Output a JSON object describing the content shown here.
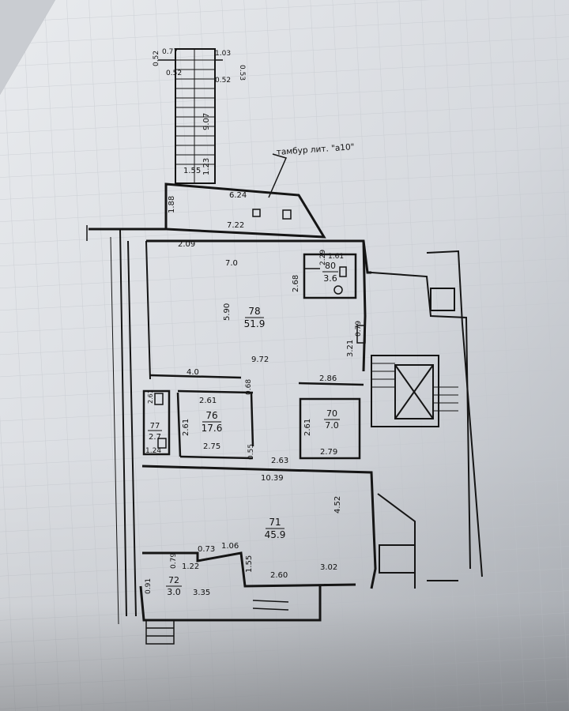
{
  "plan": {
    "annotation": "тамбур лит. \"а10\"",
    "rooms": [
      {
        "id": "78",
        "area": "51.9"
      },
      {
        "id": "80",
        "area": "3.6"
      },
      {
        "id": "76",
        "area": "17.6"
      },
      {
        "id": "70",
        "area": "7.0"
      },
      {
        "id": "77",
        "area": "2.7"
      },
      {
        "id": "71",
        "area": "45.9"
      },
      {
        "id": "72",
        "area": "3.0"
      }
    ],
    "dims": [
      "0.77",
      "1.03",
      "0.52",
      "0.53",
      "0.52",
      "0.52",
      "9.07",
      "1.55",
      "1.23",
      "6.24",
      "1.88",
      "7.22",
      "2.09",
      "7.0",
      "1.61",
      "2.29",
      "2.68",
      "5.90",
      "0.79",
      "3.21",
      "9.72",
      "4.0",
      "2.86",
      "0.68",
      "2.61",
      "2.61",
      "2.61",
      "2.75",
      "0.55",
      "2.63",
      "2.79",
      "2.61",
      "1.24",
      "10.39",
      "4.52",
      "0.73",
      "1.06",
      "0.79",
      "1.22",
      "1.55",
      "2.60",
      "3.02",
      "0.91",
      "3.35"
    ]
  }
}
